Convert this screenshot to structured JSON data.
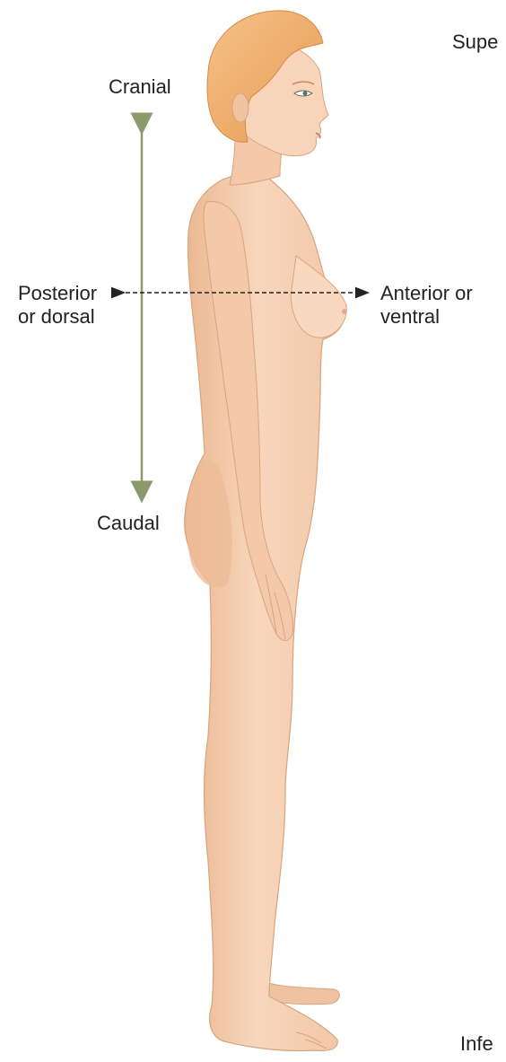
{
  "labels": {
    "cranial": "Cranial",
    "caudal": "Caudal",
    "posterior_line1": "Posterior",
    "posterior_line2": "or dorsal",
    "anterior_line1": "Anterior or",
    "anterior_line2": "ventral",
    "superior_cut": "Supe",
    "inferior_cut": "Infe"
  },
  "colors": {
    "vertical_arrow": "#8a9a6b",
    "horizontal_arrow": "#222222",
    "skin": "#f6d0b4",
    "skin_shadow": "#e9b893",
    "hair": "#f2b06a"
  }
}
